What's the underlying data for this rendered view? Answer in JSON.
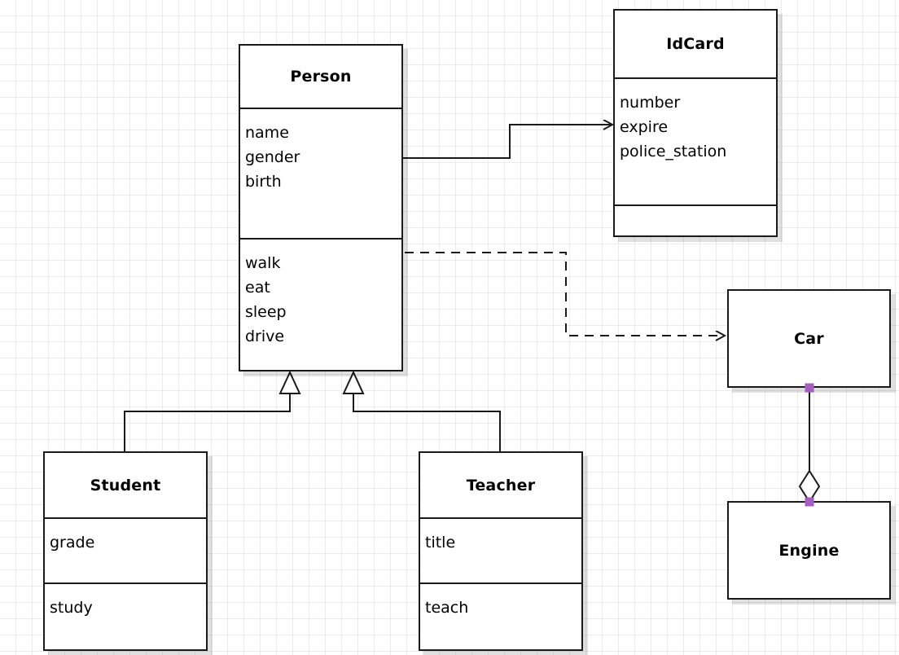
{
  "diagram": {
    "type": "uml-class-diagram",
    "background": "#ffffff",
    "grid_color": "#ececec",
    "line_color": "#1a1a1a",
    "handle_color": "#a45fc0"
  },
  "classes": [
    {
      "id": "person",
      "name": "Person",
      "attributes": [
        "name",
        "gender",
        "birth"
      ],
      "methods": [
        "walk",
        "eat",
        "sleep",
        "drive"
      ]
    },
    {
      "id": "idcard",
      "name": "IdCard",
      "attributes": [
        "number",
        "expire",
        "police_station"
      ],
      "methods": []
    },
    {
      "id": "car",
      "name": "Car",
      "attributes": [],
      "methods": []
    },
    {
      "id": "engine",
      "name": "Engine",
      "attributes": [],
      "methods": []
    },
    {
      "id": "student",
      "name": "Student",
      "attributes": [
        "grade"
      ],
      "methods": [
        "study"
      ]
    },
    {
      "id": "teacher",
      "name": "Teacher",
      "attributes": [
        "title"
      ],
      "methods": [
        "teach"
      ]
    }
  ],
  "relationships": [
    {
      "id": "person-idcard",
      "kind": "association",
      "from": "Person",
      "to": "IdCard",
      "style": "solid",
      "arrow": "open"
    },
    {
      "id": "person-car",
      "kind": "dependency",
      "from": "Person",
      "to": "Car",
      "style": "dashed",
      "arrow": "open"
    },
    {
      "id": "student-person",
      "kind": "generalization",
      "from": "Student",
      "to": "Person",
      "style": "solid",
      "arrow": "hollow-triangle"
    },
    {
      "id": "teacher-person",
      "kind": "generalization",
      "from": "Teacher",
      "to": "Person",
      "style": "solid",
      "arrow": "hollow-triangle"
    },
    {
      "id": "car-engine",
      "kind": "aggregation",
      "from": "Car",
      "to": "Engine",
      "style": "solid",
      "arrow": "hollow-diamond"
    }
  ]
}
